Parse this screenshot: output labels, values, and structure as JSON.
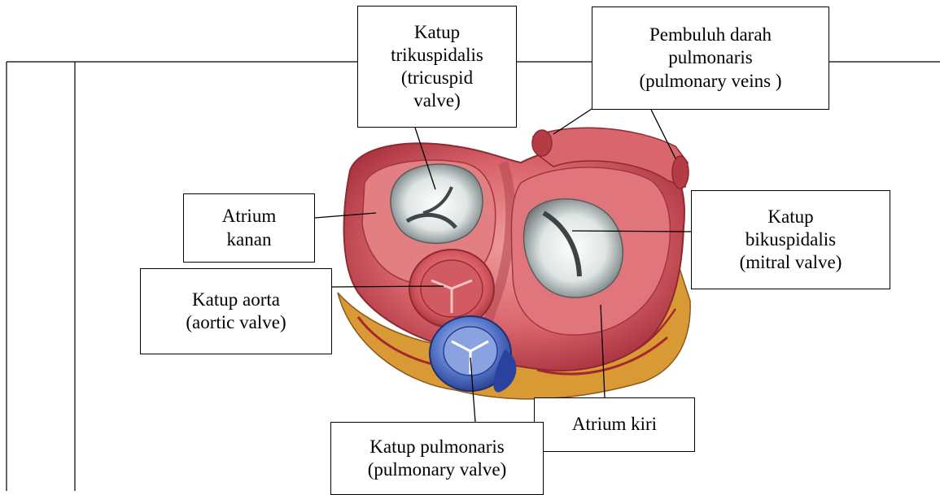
{
  "labels": {
    "tricuspid": [
      "Katup",
      "trikuspidalis",
      "(tricuspid",
      "valve)"
    ],
    "pulmonary_veins": [
      "Pembuluh darah",
      "pulmonaris",
      "(pulmonary veins )"
    ],
    "atrium_kanan": [
      "Atrium",
      "kanan"
    ],
    "bikuspidalis": [
      "Katup",
      "bikuspidalis",
      "(mitral valve)"
    ],
    "aorta": [
      "Katup aorta",
      "(aortic valve)"
    ],
    "atrium_kiri": [
      "Atrium kiri"
    ],
    "pulmonary_valve": [
      "Katup pulmonaris",
      "(pulmonary valve)"
    ]
  },
  "colors": {
    "myocardium": "#c94a55",
    "myocardium_light": "#e88a8c",
    "valve_white": "#e6eceb",
    "valve_shadow": "#6f7a7c",
    "fat_yellow": "#d9a035",
    "pulmonary_blue": "#4a6cc4",
    "line": "#000000"
  }
}
